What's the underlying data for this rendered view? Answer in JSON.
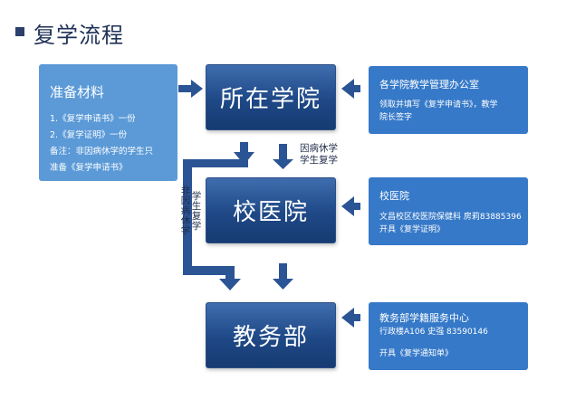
{
  "title": "复学流程",
  "colors": {
    "main_box": "#1e4886",
    "side_box": "#3679c8",
    "left_panel": "#5b9ad7",
    "arrow": "#2b5494"
  },
  "left_panel": {
    "title": "准备材料",
    "line1": "1.《复学申请书》一份",
    "line2": "2.《复学证明》一份",
    "line3": "备注：非因病休学的学生只",
    "line4": "准备《复学申请书》"
  },
  "steps": {
    "college": "所在学院",
    "hospital": "校医院",
    "academic": "教务部"
  },
  "side_boxes": {
    "college_office": {
      "title": "各学院教学管理办公室",
      "line1": "领取并填写《复学申请书》，教学",
      "line2": "院长签字"
    },
    "hospital": {
      "title": "校医院",
      "line1": "文昌校区校医院保健科  房莉83885396",
      "line2": "开具《复学证明》"
    },
    "academic_center": {
      "title": "教务部学籍服务中心",
      "line1": "行政楼A106       史强    83590146",
      "line2": "开具《复学通知单》"
    }
  },
  "labels": {
    "sick_line1": "因病休学",
    "sick_line2": "学生复学",
    "nonsick_col1": [
      "非",
      "因",
      "病",
      "休",
      "学"
    ],
    "nonsick_col2": [
      "学",
      "生",
      "复",
      "学"
    ]
  }
}
